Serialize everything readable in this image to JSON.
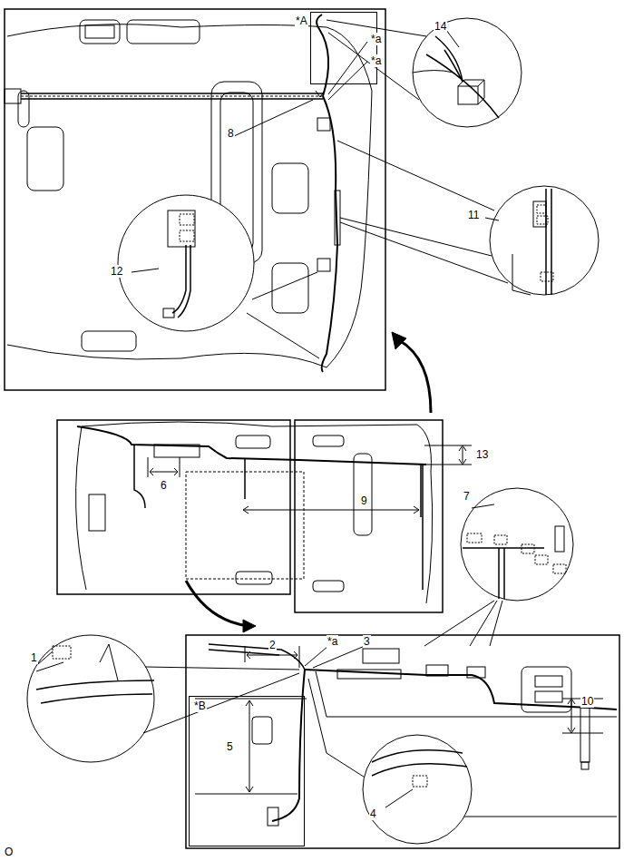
{
  "diagram": {
    "nodes": [
      {
        "text": [
          "*A"
        ]
      },
      {
        "text": [
          "*B"
        ]
      }
    ],
    "labels": [
      "*a",
      "*a",
      "8",
      "14",
      "11",
      "12",
      "13",
      "6",
      "9",
      "7",
      "1",
      "2",
      "*a",
      "3",
      "5",
      "4",
      "10",
      "O"
    ]
  }
}
